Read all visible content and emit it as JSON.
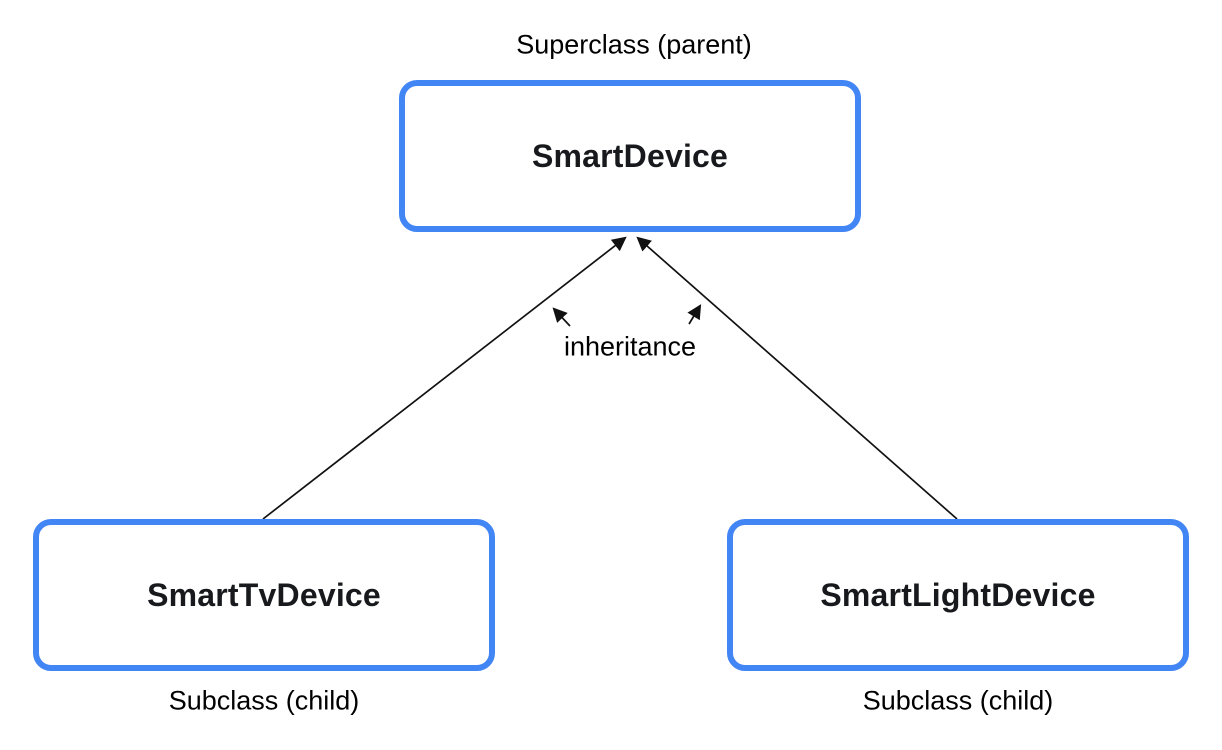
{
  "diagram": {
    "kind": "class-inheritance",
    "superclass_role_label": "Superclass (parent)",
    "subclass_role_label_left": "Subclass (child)",
    "subclass_role_label_right": "Subclass (child)",
    "relationship_label": "inheritance",
    "nodes": [
      {
        "id": "smart-device",
        "label": "SmartDevice",
        "role": "Superclass (parent)"
      },
      {
        "id": "smart-tv-device",
        "label": "SmartTvDevice",
        "role": "Subclass (child)"
      },
      {
        "id": "smart-light-device",
        "label": "SmartLightDevice",
        "role": "Subclass (child)"
      }
    ],
    "edges": [
      {
        "from": "smart-tv-device",
        "to": "smart-device",
        "type": "inheritance-arrow"
      },
      {
        "from": "smart-light-device",
        "to": "smart-device",
        "type": "inheritance-arrow"
      }
    ],
    "colors": {
      "box-border": "#4285F4",
      "box-fill": "#FFFFFF",
      "box-text": "#17191c",
      "label-text": "#000000",
      "arrow": "#111111",
      "background": "#FFFFFF"
    }
  }
}
